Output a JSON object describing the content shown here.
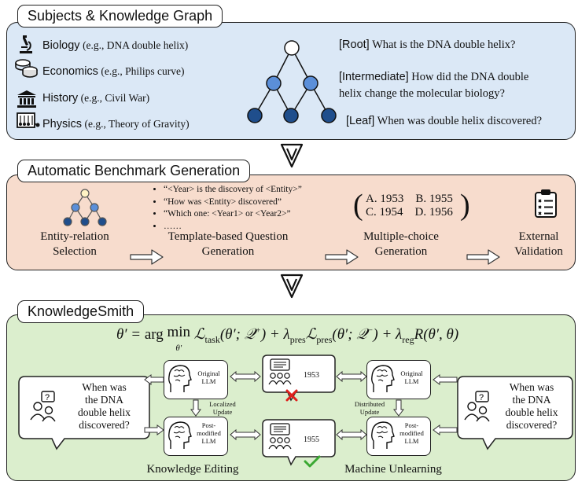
{
  "panel1": {
    "title": "Subjects & Knowledge Graph",
    "subjects": [
      {
        "name": "Biology",
        "example": "(e.g., DNA double helix)"
      },
      {
        "name": "Economics",
        "example": "(e.g., Philips curve)"
      },
      {
        "name": "History",
        "example": "(e.g., Civil War)"
      },
      {
        "name": "Physics",
        "example": "(e.g., Theory of Gravity)"
      }
    ],
    "root_tag": "[Root]",
    "root_q": "What is the DNA double helix?",
    "inter_tag": "[Intermediate]",
    "inter_q1": "How did the DNA double",
    "inter_q2": "helix change the molecular biology?",
    "leaf_tag": "[Leaf]",
    "leaf_q": "When was double helix discovered?",
    "colors": {
      "root": "#ffffff",
      "intermediate": "#5b8fd9",
      "leaf": "#1f4e8c"
    }
  },
  "panel2": {
    "title": "Automatic Benchmark Generation",
    "templates": [
      "“<Year> is the discovery of <Entity>”",
      "“How was <Entity> discovered”",
      "“Which one: <Year1> or <Year2>”",
      "……"
    ],
    "choices": [
      "A. 1953",
      "B. 1955",
      "C. 1954",
      "D. 1956"
    ],
    "stages": [
      {
        "l1": "Entity-relation",
        "l2": "Selection"
      },
      {
        "l1": "Template-based Question",
        "l2": "Generation"
      },
      {
        "l1": "Multiple-choice",
        "l2": "Generation"
      },
      {
        "l1": "External",
        "l2": "Validation"
      }
    ]
  },
  "panel3": {
    "title": "KnowledgeSmith",
    "question": [
      "When was",
      "the DNA",
      "double helix",
      "discovered?"
    ],
    "original_llm": [
      "Original",
      "LLM"
    ],
    "post_llm": [
      "Post-",
      "modified",
      "LLM"
    ],
    "localized": [
      "Localized",
      "Update"
    ],
    "distributed": [
      "Distributed",
      "Update"
    ],
    "answer_wrong": "1953",
    "answer_right": "1955",
    "left_caption": "Knowledge Editing",
    "right_caption": "Machine Unlearning",
    "colors": {
      "cross": "#e0201c",
      "check": "#3aa832",
      "panel_green": "#dbeecd"
    }
  }
}
